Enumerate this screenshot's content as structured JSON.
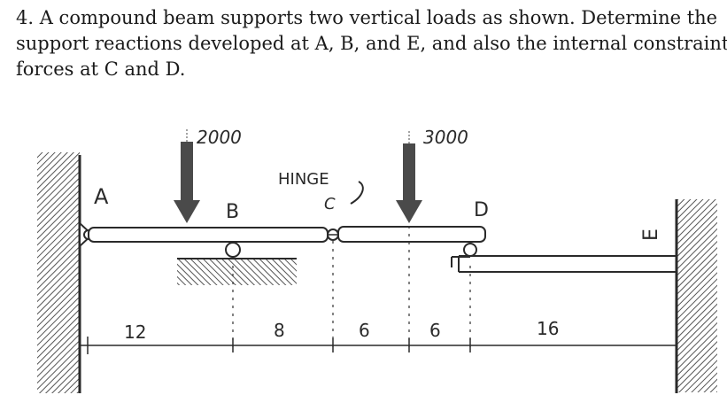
{
  "problem": {
    "number": "4.",
    "lines": [
      "4. A compound beam supports two vertical loads as shown. Determine the",
      "support reactions developed at A, B, and E, and also the internal constraint",
      "forces at C and D."
    ]
  },
  "figure": {
    "loads": [
      {
        "label": "2000"
      },
      {
        "label": "3000"
      }
    ],
    "points": {
      "A": "A",
      "B": "B",
      "C": "C",
      "D": "D",
      "E": "E"
    },
    "hinge_label": "HINGE",
    "hinge_point": "C",
    "dimensions": [
      "12",
      "8",
      "6",
      "6",
      "16"
    ],
    "colors": {
      "ink": "#2a2a2a",
      "hatch": "#555555",
      "load": "#4a4a4a"
    }
  }
}
